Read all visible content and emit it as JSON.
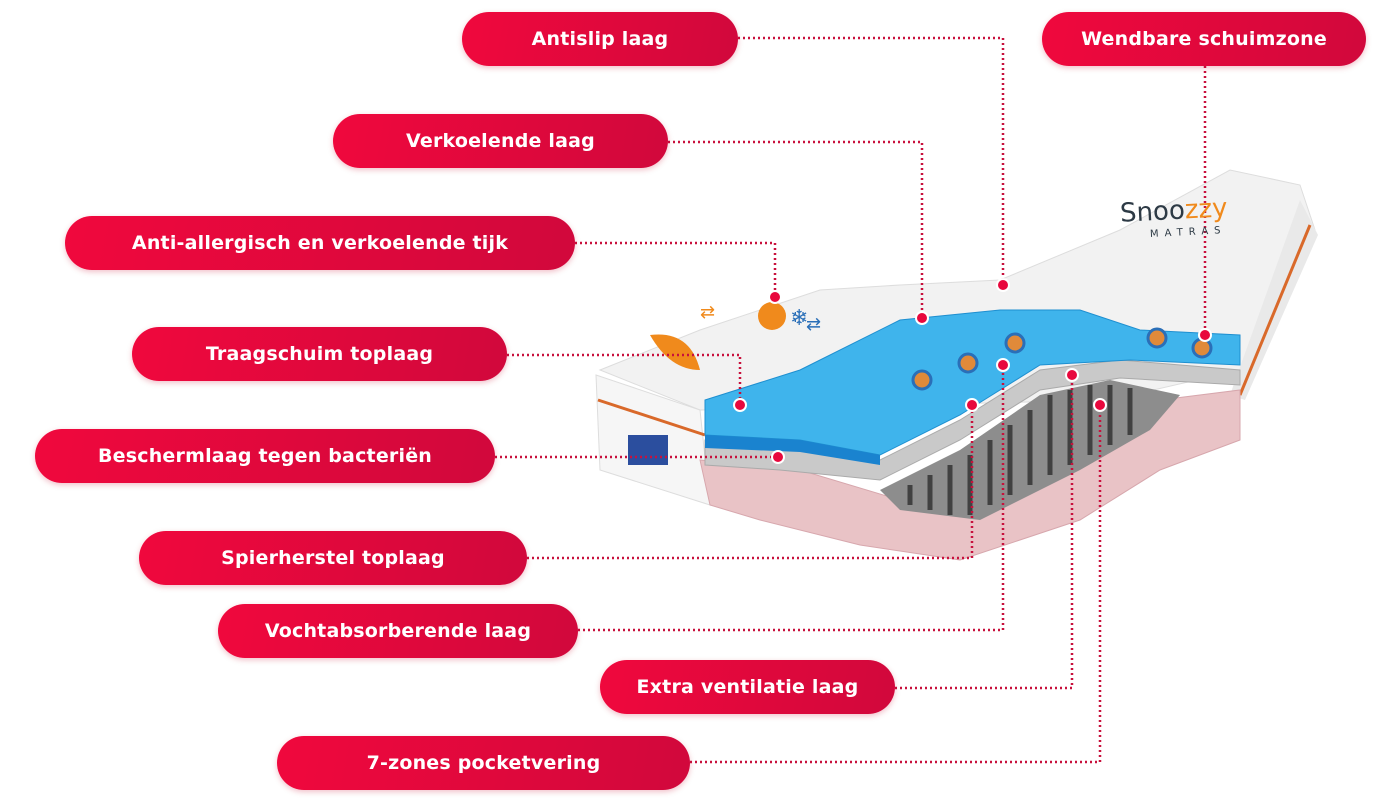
{
  "labels": [
    {
      "id": "antislip",
      "text": "Antislip laag"
    },
    {
      "id": "wendbare",
      "text": "Wendbare schuimzone"
    },
    {
      "id": "verkoelende",
      "text": "Verkoelende laag"
    },
    {
      "id": "tijk",
      "text": "Anti-allergisch en verkoelende tijk"
    },
    {
      "id": "traagschuim",
      "text": "Traagschuim toplaag"
    },
    {
      "id": "bescherm",
      "text": "Beschermlaag tegen bacteriën"
    },
    {
      "id": "spierherstel",
      "text": "Spierherstel toplaag"
    },
    {
      "id": "vocht",
      "text": "Vochtabsorberende laag"
    },
    {
      "id": "ventilatie",
      "text": "Extra ventilatie laag"
    },
    {
      "id": "pocket",
      "text": "7-zones pocketvering"
    }
  ],
  "brand": {
    "name_a": "Snoo",
    "name_b": "zzy",
    "sub": "MATRAS"
  },
  "colors": {
    "accent": "#e8083d",
    "foam": "#3fb4ec",
    "base": "#e9c3c6",
    "cover": "#f4f4f4"
  }
}
